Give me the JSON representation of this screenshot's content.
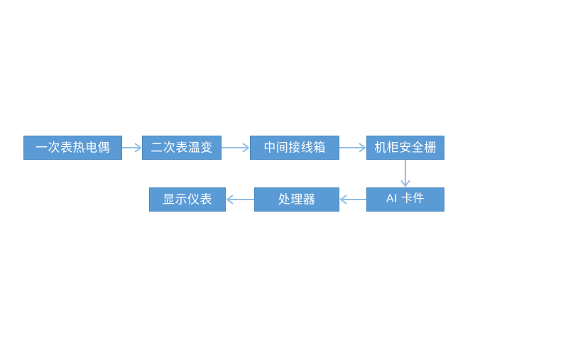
{
  "diagram": {
    "title": "",
    "background_color": "#ffffff",
    "node_fill_color": "#5b9bd5",
    "node_border_color": "#4a86bd",
    "node_text_color": "#ffffff",
    "connector_color": "#92bde4",
    "nodes": [
      {
        "id": "primary-thermocouple",
        "label": "一次表热电偶",
        "row": 1,
        "order": 1
      },
      {
        "id": "secondary-transmitter",
        "label": "二次表温变",
        "row": 1,
        "order": 2
      },
      {
        "id": "junction-box",
        "label": "中间接线箱",
        "row": 1,
        "order": 3
      },
      {
        "id": "cabinet-safety-barrier",
        "label": "机柜安全栅",
        "row": 1,
        "order": 4
      },
      {
        "id": "ai-card",
        "label": "AI 卡件",
        "row": 2,
        "order": 3
      },
      {
        "id": "processor",
        "label": "处理器",
        "row": 2,
        "order": 2
      },
      {
        "id": "display-instrument",
        "label": "显示仪表",
        "row": 2,
        "order": 1
      }
    ],
    "edges": [
      {
        "id": "edge-1",
        "from": "primary-thermocouple",
        "to": "secondary-transmitter",
        "direction": "right"
      },
      {
        "id": "edge-2",
        "from": "secondary-transmitter",
        "to": "junction-box",
        "direction": "right"
      },
      {
        "id": "edge-3",
        "from": "junction-box",
        "to": "cabinet-safety-barrier",
        "direction": "right"
      },
      {
        "id": "edge-4",
        "from": "cabinet-safety-barrier",
        "to": "ai-card",
        "direction": "down"
      },
      {
        "id": "edge-5",
        "from": "ai-card",
        "to": "processor",
        "direction": "left"
      },
      {
        "id": "edge-6",
        "from": "processor",
        "to": "display-instrument",
        "direction": "left"
      }
    ]
  }
}
